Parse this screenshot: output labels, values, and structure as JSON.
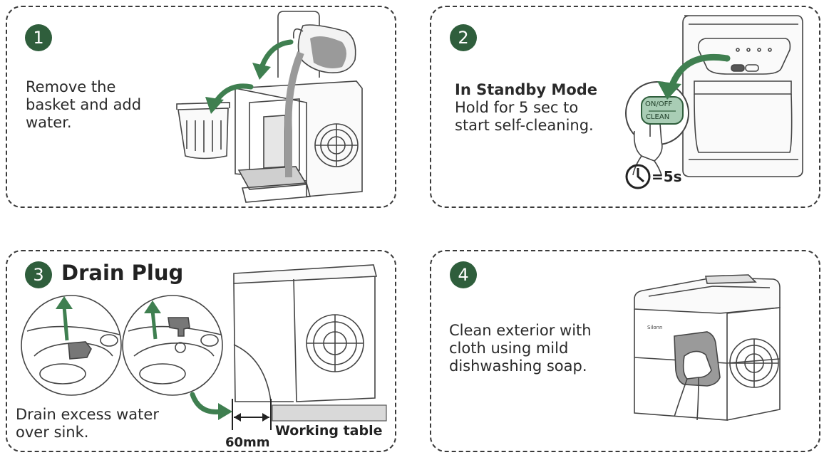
{
  "steps": [
    {
      "number": "1",
      "lines": [
        "Remove the",
        "basket and add",
        "water."
      ]
    },
    {
      "number": "2",
      "heading": "In Standby Mode",
      "lines": [
        "Hold for 5 sec to",
        "start self-cleaning."
      ],
      "button_top": "ON/OFF",
      "button_bottom": "CLEAN",
      "timer_label": "=5s"
    },
    {
      "number": "3",
      "title": "Drain Plug",
      "lines": [
        "Drain excess water",
        "over sink."
      ],
      "distance_label": "60mm",
      "table_label": "Working table"
    },
    {
      "number": "4",
      "lines": [
        "Clean exterior with",
        "cloth using mild",
        "dishwashing soap."
      ],
      "brand_label": "Silonn"
    }
  ],
  "colors": {
    "accent": "#2f5e3c",
    "arrow": "#3f7f50",
    "button_fill": "#a9cdb5"
  }
}
